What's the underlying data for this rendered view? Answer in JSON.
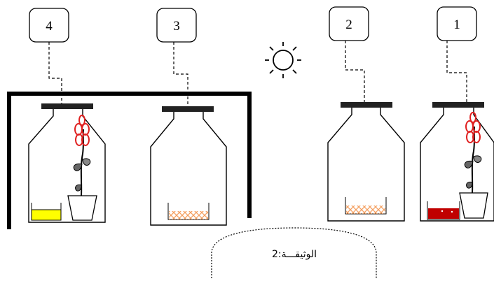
{
  "labels": [
    "4",
    "3",
    "2",
    "1"
  ],
  "caption": "الوثيقـــة:2",
  "icons": {
    "light": "sun-icon",
    "plant": "flower-pot-icon"
  },
  "colors": {
    "yellow_liquid": "#ffff00",
    "red_liquid": "#c00000",
    "hatch": "#f4a060",
    "flower": "#e02020",
    "leaf": "#555555"
  },
  "setups": [
    {
      "label": "4",
      "covered": true,
      "contents": [
        "yellow solution",
        "plant"
      ]
    },
    {
      "label": "3",
      "covered": true,
      "contents": [
        "hatched substance"
      ]
    },
    {
      "label": "2",
      "covered": false,
      "contents": [
        "hatched substance"
      ]
    },
    {
      "label": "1",
      "covered": false,
      "contents": [
        "red solution",
        "plant"
      ]
    }
  ]
}
